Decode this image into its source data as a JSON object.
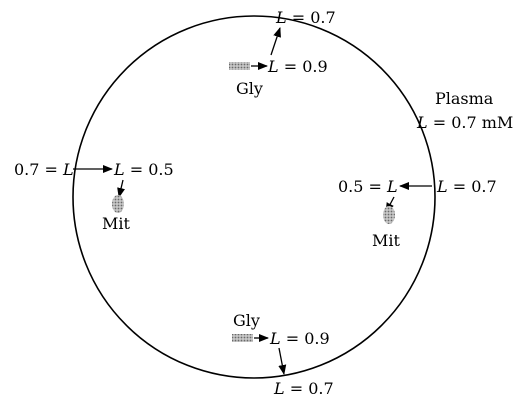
{
  "diagram": {
    "plasma": {
      "line1": "Plasma",
      "line2": "L = 0.7 mM"
    },
    "labels": {
      "top_outside": "L = 0.7",
      "top_inside": "L = 0.9",
      "top_gly": "Gly",
      "left_outside": "0.7 = L",
      "left_inside": "L = 0.5",
      "left_mit": "Mit",
      "right_inside": "0.5 = L",
      "right_outside": "L = 0.7",
      "right_mit": "Mit",
      "bottom_gly": "Gly",
      "bottom_inside": "L = 0.9",
      "bottom_outside": "L = 0.7"
    },
    "colors": {
      "stroke": "#000000",
      "granule": "#8c8c8c"
    }
  }
}
